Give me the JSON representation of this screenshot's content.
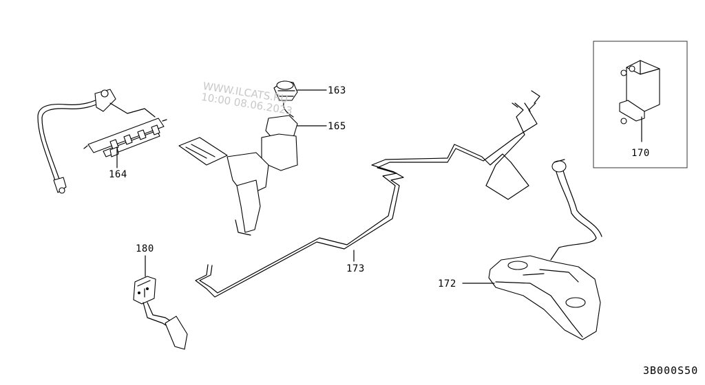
{
  "watermark": {
    "line1": "WWW.ILCATS.RU",
    "line2": "10:00 08.06.2023"
  },
  "diagram_code": "3B000S50",
  "parts": [
    {
      "id": "p163",
      "number": "163"
    },
    {
      "id": "p164",
      "number": "164"
    },
    {
      "id": "p165",
      "number": "165"
    },
    {
      "id": "p170",
      "number": "170"
    },
    {
      "id": "p172",
      "number": "172"
    },
    {
      "id": "p173",
      "number": "173"
    },
    {
      "id": "p180",
      "number": "180"
    }
  ]
}
